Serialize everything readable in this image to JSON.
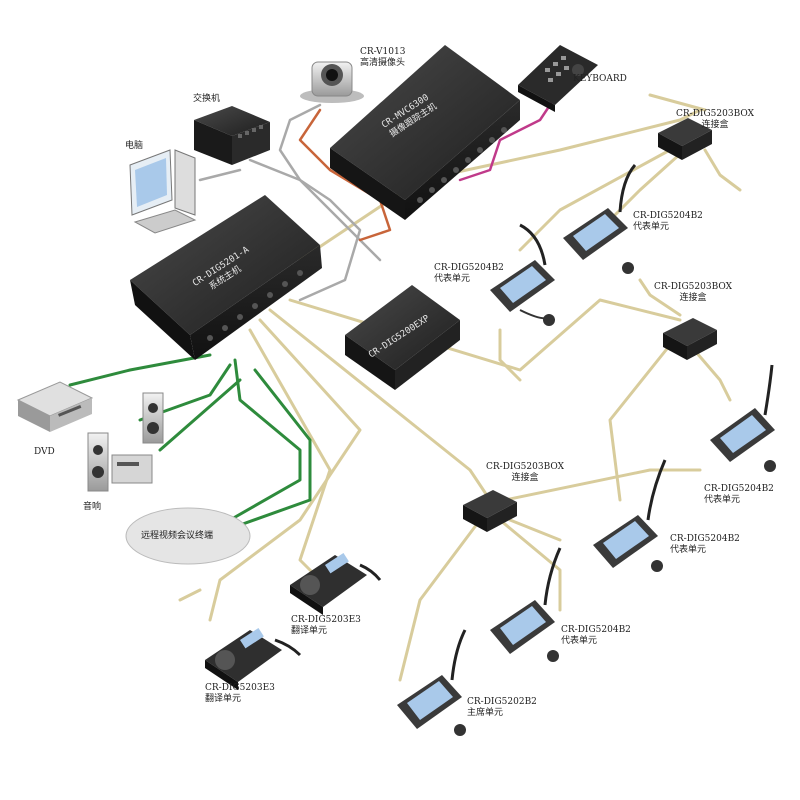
{
  "labels": {
    "camera": {
      "model": "CR-V1013",
      "desc": "高清摄像头"
    },
    "switch": {
      "desc": "交换机"
    },
    "pc": {
      "desc": "电脑"
    },
    "tracking_host": {
      "model": "CR-MVC6300",
      "desc": "摄像跟踪主机"
    },
    "keyboard": {
      "desc": "KEYBOARD"
    },
    "box1": {
      "model": "CR-DIG5203BOX",
      "desc": "连接盒"
    },
    "box2": {
      "model": "CR-DIG5203BOX",
      "desc": "连接盒"
    },
    "box3": {
      "model": "CR-DIG5203BOX",
      "desc": "连接盒"
    },
    "system_host": {
      "model": "CR-DIG5201-A",
      "desc": "系统主机"
    },
    "exp": {
      "model": "CR-DIG5200EXP"
    },
    "dvd": {
      "desc": "DVD"
    },
    "audio": {
      "desc": "音响"
    },
    "video_conf": {
      "desc": "远程视频会议终端"
    },
    "delegate1": {
      "model": "CR-DIG5204B2",
      "desc": "代表单元"
    },
    "delegate2": {
      "model": "CR-DIG5204B2",
      "desc": "代表单元"
    },
    "delegate3": {
      "model": "CR-DIG5204B2",
      "desc": "代表单元"
    },
    "delegate4": {
      "model": "CR-DIG5204B2",
      "desc": "代表单元"
    },
    "delegate5": {
      "model": "CR-DIG5204B2",
      "desc": "代表单元"
    },
    "chairman": {
      "model": "CR-DIG5202B2",
      "desc": "主席单元"
    },
    "interp1": {
      "model": "CR-DIG5203E3",
      "desc": "翻译单元"
    },
    "interp2": {
      "model": "CR-DIG5203E3",
      "desc": "翻译单元"
    }
  },
  "colors": {
    "device_dark": "#2b2b2b",
    "cable_beige": "#d8cc9c",
    "cable_green": "#2e8b3c",
    "cable_orange": "#c8653a",
    "cable_magenta": "#c03a8a",
    "cable_grey": "#a9a9a9"
  }
}
